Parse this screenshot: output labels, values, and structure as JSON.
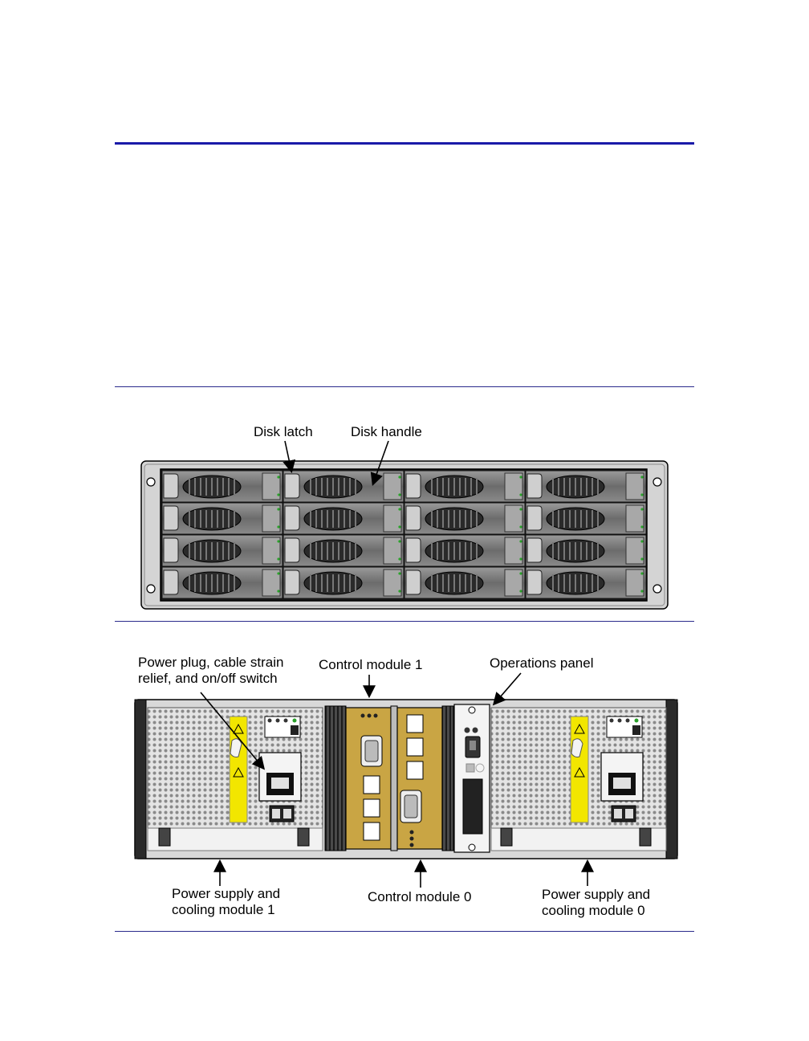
{
  "front_view": {
    "labels": {
      "disk_latch": "Disk latch",
      "disk_handle": "Disk handle"
    },
    "rows": 4,
    "columns": 4
  },
  "rear_view": {
    "labels": {
      "power_plug": "Power plug, cable strain\nrelief, and on/off switch",
      "control_module_1": "Control module 1",
      "operations_panel": "Operations panel",
      "psu_1": "Power supply and\ncooling module 1",
      "control_module_0": "Control module 0",
      "psu_0": "Power supply and\ncooling module 0"
    }
  },
  "colors": {
    "rule": "#1a1aa8",
    "module_gold": "#c9a544",
    "warning_yellow": "#f5e400",
    "chassis_gray": "#d0d0d0"
  }
}
